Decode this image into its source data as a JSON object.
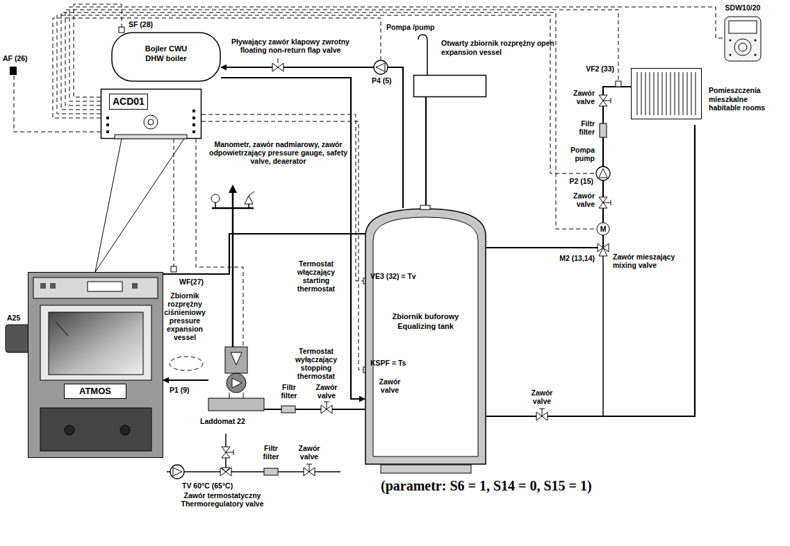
{
  "diagram": {
    "nodes": [
      {
        "text": [
          "Bojler CWU DHW boiler"
        ]
      },
      {
        "text": [
          "ACD01"
        ]
      },
      {
        "text": [
          "SDW10/20"
        ]
      },
      {
        "text": [
          "Otwarty zbiornik rozprężny open expansion vessel"
        ]
      },
      {
        "text": [
          "Pomieszczenia mieszkalne habitable rooms"
        ]
      },
      {
        "text": [
          "ATMOS"
        ]
      },
      {
        "text": [
          "Zbiornik buforowy Equalizing tank"
        ]
      },
      {
        "text": [
          "Laddomat 22"
        ]
      }
    ],
    "edges": [
      {
        "from": 5,
        "to": 6,
        "arrow": "none"
      },
      {
        "from": 7,
        "to": 5,
        "arrow": "to"
      },
      {
        "from": 6,
        "to": 7,
        "arrow": "none"
      },
      {
        "from": 6,
        "to": 4,
        "arrow": "none"
      },
      {
        "from": 4,
        "to": 6,
        "arrow": "none"
      },
      {
        "from": 3,
        "to": 6,
        "arrow": "none"
      },
      {
        "from": 6,
        "to": 0,
        "arrow": "to"
      },
      {
        "from": 0,
        "to": 6,
        "arrow": "to"
      }
    ],
    "labels": [
      "SF (28)",
      "Pływający zawór klapowy zwrotny floating non-return flap valve",
      "Pompa /pump",
      "P4 (5)",
      "AF (26)",
      "Manometr, zawór nadmiarowy, zawór odpowietrzający pressure gauge, safety valve, deaerator",
      "WF(27)",
      "A25",
      "Zbiornik rozprężny ciśnieniowy pressure expansion vessel",
      "Termostat włączający starting thermostat",
      "VE3 (32) = Tv",
      "Termostat wyłączający stopping thermostat",
      "KSPF = Ts",
      "P1 (9)",
      "Filtr filter",
      "Zawór valve",
      "Zawór valve",
      "Filtr filter",
      "Zawór valve",
      "TV 60°C (65°C)",
      "Zawór termostatyczny Thermoregulatory valve",
      "Zawór valve",
      "(parametr: S6 = 1, S14 = 0, S15 = 1)",
      "VF2 (33)",
      "Zawór valve",
      "Filtr filter",
      "Pompa pump",
      "P2 (15)",
      "Zawór valve",
      "M",
      "M2 (13,14)",
      "Zawór mieszający mixing valve"
    ]
  }
}
